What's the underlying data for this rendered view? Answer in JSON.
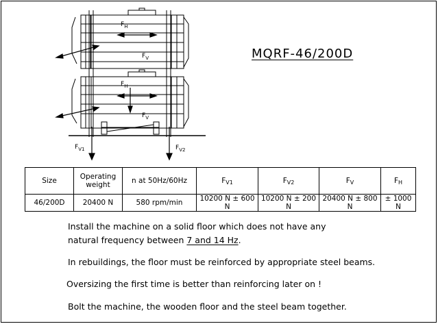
{
  "title": "MQRF-46/200D",
  "diagram_labels": {
    "fh_top": "F",
    "fh_top_sub": "H",
    "fv_top": "F",
    "fv_top_sub": "V",
    "fh_bottom": "F",
    "fh_bottom_sub": "H",
    "fv_bottom": "F",
    "fv_bottom_sub": "V",
    "fv1": "F",
    "fv1_sub": "V1",
    "fv2": "F",
    "fv2_sub": "V2"
  },
  "table": {
    "headers": {
      "size": "Size",
      "operating_weight_line1": "Operating",
      "operating_weight_line2": "weight",
      "n": "n at 50Hz/60Hz",
      "fv1": "F",
      "fv1_sub": "V1",
      "fv2": "F",
      "fv2_sub": "V2",
      "fv": "F",
      "fv_sub": "V",
      "fh": "F",
      "fh_sub": "H"
    },
    "row": {
      "size": "46/200D",
      "weight": "20400 N",
      "n": "580 rpm/min",
      "fv1": "10200 N ± 600 N",
      "fv2": "10200 N ± 200 N",
      "fv": "20400 N ± 800 N",
      "fh": "± 1000 N"
    }
  },
  "notes": {
    "line1": "Install the machine on a solid floor which does not have any",
    "line2_a": "natural frequency between ",
    "line2_b": "7 and 14 Hz",
    "line2_c": ".",
    "line3": "In rebuildings, the floor must be reinforced by appropriate steel beams.",
    "line4": "Oversizing the first time is better than reinforcing later on !",
    "line5": "Bolt the machine, the wooden floor and the steel beam together."
  }
}
